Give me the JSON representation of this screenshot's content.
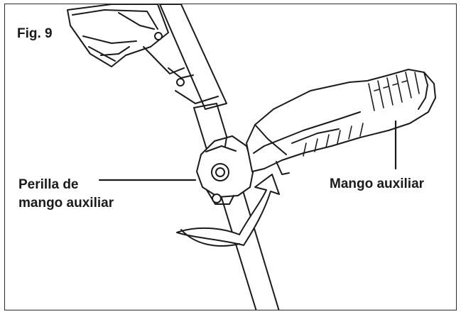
{
  "figure": {
    "title": "Fig. 9",
    "labels": {
      "knob_line1": "Perilla de",
      "knob_line2": "mango auxiliar",
      "handle": "Mango auxiliar"
    },
    "colors": {
      "line": "#1a1a1a",
      "frame": "#2b2b2b",
      "fill": "#ffffff",
      "shade": "#d9d9d9"
    }
  }
}
